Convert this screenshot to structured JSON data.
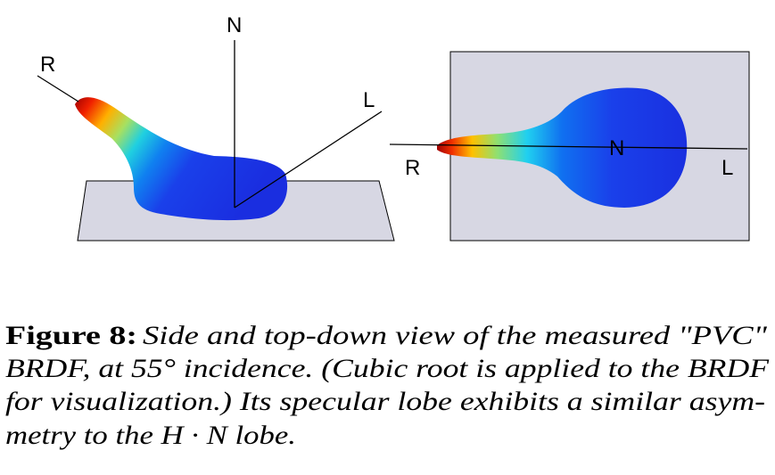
{
  "figure": {
    "left_panel": {
      "labels": {
        "n": "N",
        "r": "R",
        "l": "L"
      }
    },
    "right_panel": {
      "labels": {
        "n": "N",
        "r": "R",
        "l": "L"
      }
    },
    "colors": {
      "plane": "#d7d7e3",
      "lobe_low": "#1a2ee8",
      "lobe_high": "#b00000"
    }
  },
  "caption": {
    "label": "Figure 8:",
    "line1": "Side and top-down view of the measured \"PVC\"",
    "line2": "BRDF, at 55° incidence. (Cubic root is applied to the BRDF",
    "line3": "for visualization.) Its specular lobe exhibits a similar asym-",
    "line4": "metry to the H · N lobe."
  }
}
